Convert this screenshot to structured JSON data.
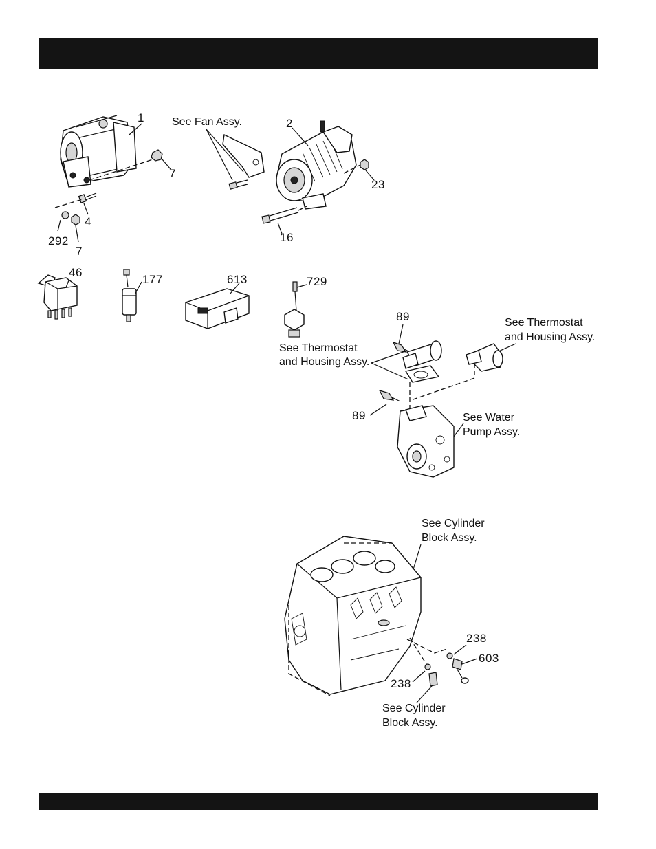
{
  "labels": {
    "n1": "1",
    "n7a": "7",
    "n4": "4",
    "n292": "292",
    "n7b": "7",
    "see_fan": "See Fan Assy.",
    "n2": "2",
    "n23": "23",
    "n16": "16",
    "n46": "46",
    "n177": "177",
    "n613": "613",
    "n729": "729",
    "n89a": "89",
    "n89b": "89",
    "see_thermo_left_1": "See Thermostat",
    "see_thermo_left_2": "and Housing Assy.",
    "see_thermo_right_1": "See Thermostat",
    "see_thermo_right_2": "and Housing Assy.",
    "see_water_1": "See Water",
    "see_water_2": "Pump Assy.",
    "see_cyl_top_1": "See Cylinder",
    "see_cyl_top_2": "Block Assy.",
    "see_cyl_bottom_1": "See Cylinder",
    "see_cyl_bottom_2": "Block Assy.",
    "n238a": "238",
    "n238b": "238",
    "n603": "603"
  }
}
